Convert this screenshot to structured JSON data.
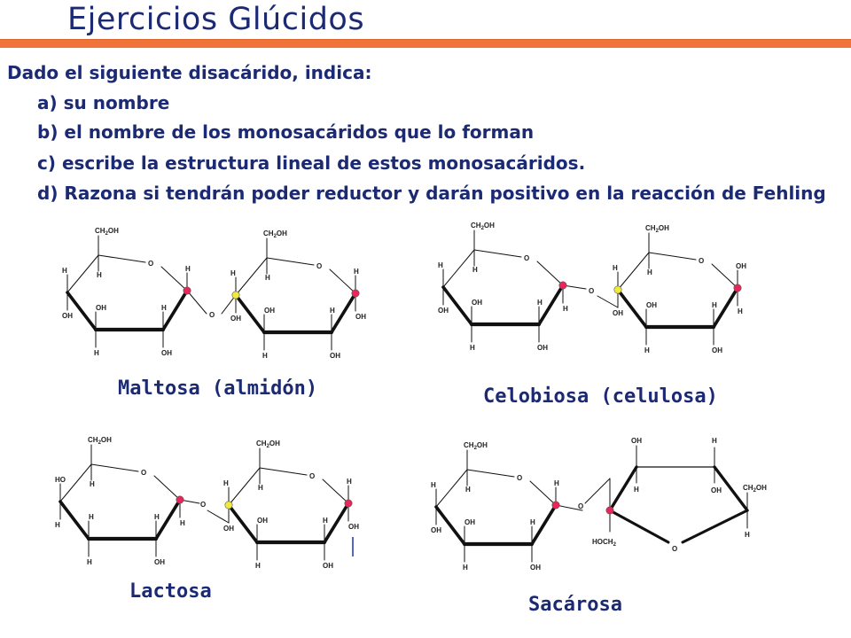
{
  "header": {
    "title": "Ejercicios Glúcidos"
  },
  "question": {
    "intro": "Dado el siguiente disacárido, indica:",
    "items": [
      "a) su nombre",
      "b) el nombre de los monosacáridos que lo forman",
      "c) escribe la estructura lineal de estos monosacáridos.",
      "d) Razona si tendrán poder reductor y darán positivo en la reacción de Fehling"
    ]
  },
  "molecules": [
    {
      "caption": "Maltosa (almidón)"
    },
    {
      "caption": "Celobiosa (celulosa)"
    },
    {
      "caption": "Lactosa"
    },
    {
      "caption": "Sacárosa"
    }
  ],
  "atoms": {
    "h": "H",
    "oh": "OH",
    "ho": "HO",
    "o": "O",
    "ch2oh": "CH2OH",
    "hoch2": "HOCH2"
  },
  "colors": {
    "title": "#1b2a72",
    "accent_bar": "#f0743a",
    "anomeric_dot": "#e8265a",
    "linking_dot": "#f2ea3a",
    "arrow": "#2a3fb8"
  }
}
